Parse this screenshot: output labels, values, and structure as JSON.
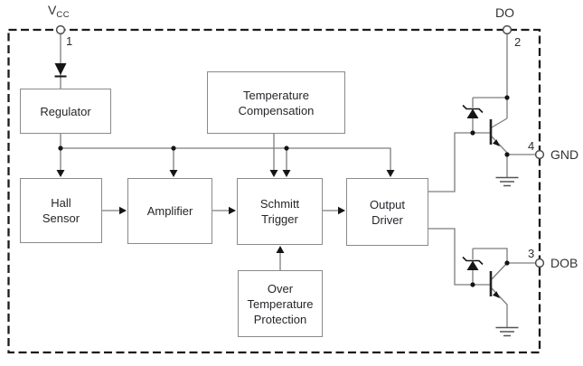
{
  "diagram": {
    "kind": "hall-sensor-ic-block-diagram",
    "colors": {
      "background": "#ffffff",
      "wire": "#7d7d7d",
      "symbol": "#151515",
      "box_border": "#8a8a8a",
      "text": "#26262b"
    },
    "pins": {
      "vcc": {
        "symbol": "V",
        "subscript": "CC",
        "number": "1"
      },
      "do": {
        "label": "DO",
        "number": "2"
      },
      "gnd": {
        "label": "GND",
        "number": "4"
      },
      "dob": {
        "label": "DOB",
        "number": "3"
      }
    },
    "blocks": {
      "regulator": "Regulator",
      "temperature_compensation": "Temperature\nCompensation",
      "hall_sensor": "Hall\nSensor",
      "amplifier": "Amplifier",
      "schmitt_trigger": "Schmitt\nTrigger",
      "output_driver": "Output\nDriver",
      "over_temperature_protection": "Over\nTemperature\nProtection"
    }
  }
}
